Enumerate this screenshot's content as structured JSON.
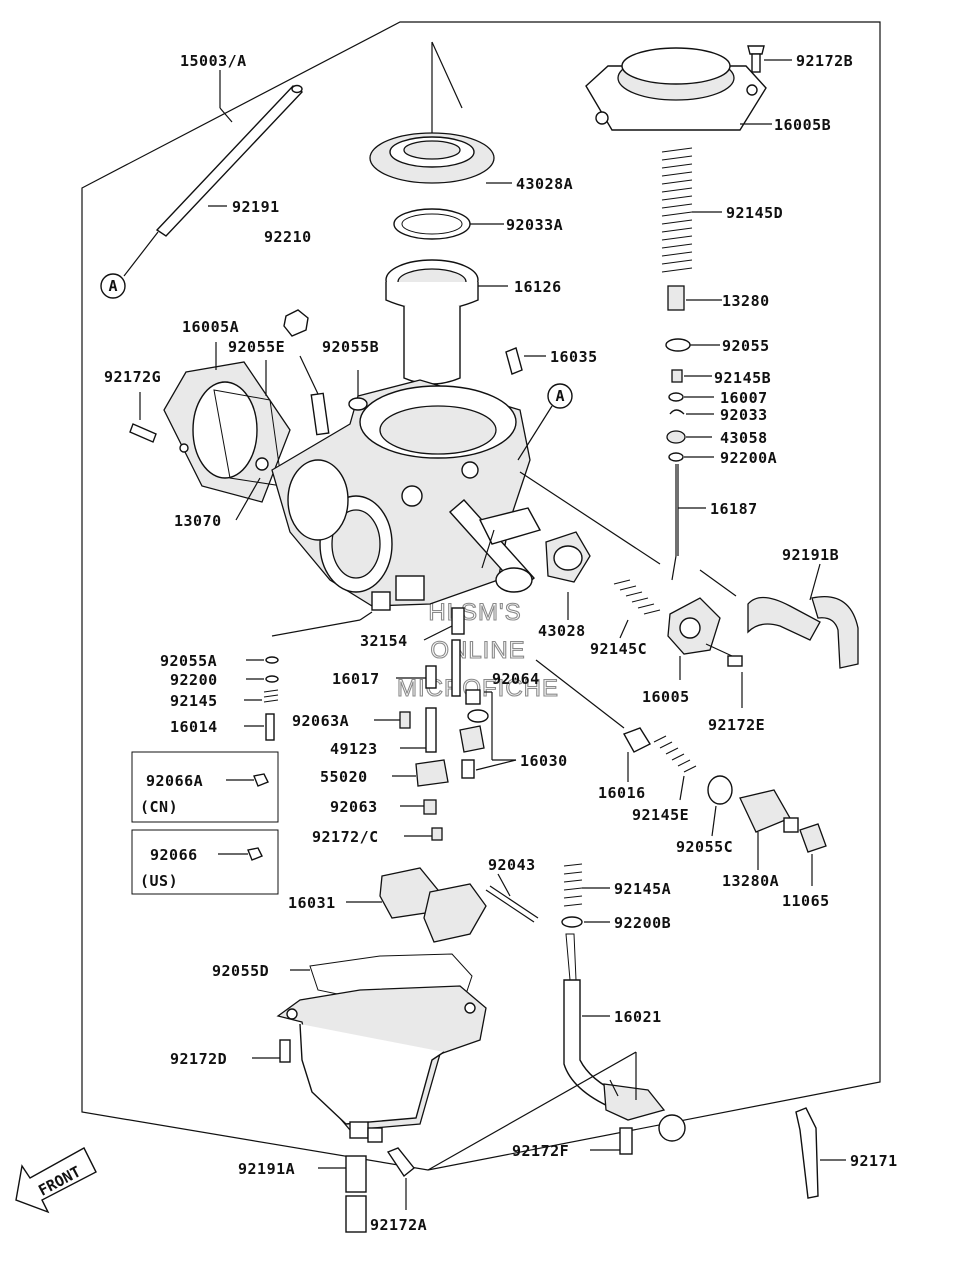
{
  "diagram": {
    "watermark": [
      "HLSM'S",
      "ONLINE",
      "MICROFICHE"
    ],
    "front_label": "FRONT",
    "ref_marker": "A",
    "labels": {
      "l_15003A": "15003/A",
      "l_92191": "92191",
      "l_92210": "92210",
      "l_16005A": "16005A",
      "l_92055E": "92055E",
      "l_92055B": "92055B",
      "l_92172G": "92172G",
      "l_13070": "13070",
      "l_43028A": "43028A",
      "l_92033A": "92033A",
      "l_16126": "16126",
      "l_16035": "16035",
      "l_43028": "43028",
      "l_32154": "32154",
      "l_92172B": "92172B",
      "l_16005B": "16005B",
      "l_92145D": "92145D",
      "l_13280": "13280",
      "l_92055": "92055",
      "l_92145B": "92145B",
      "l_16007": "16007",
      "l_92033": "92033",
      "l_43058": "43058",
      "l_92200A": "92200A",
      "l_16187": "16187",
      "l_92191B": "92191B",
      "l_92145C": "92145C",
      "l_16005": "16005",
      "l_92172E": "92172E",
      "l_92055A": "92055A",
      "l_92200": "92200",
      "l_92145": "92145",
      "l_16014": "16014",
      "l_16017": "16017",
      "l_92064": "92064",
      "l_92063A": "92063A",
      "l_49123": "49123",
      "l_55020": "55020",
      "l_16030": "16030",
      "l_92063": "92063",
      "l_92172C": "92172/C",
      "l_92066A": "92066A",
      "l_CN": "(CN)",
      "l_92066": "92066",
      "l_US": "(US)",
      "l_16016": "16016",
      "l_92145E": "92145E",
      "l_92055C": "92055C",
      "l_13280A": "13280A",
      "l_11065": "11065",
      "l_16031": "16031",
      "l_92043": "92043",
      "l_92145A": "92145A",
      "l_92200B": "92200B",
      "l_92055D": "92055D",
      "l_16021": "16021",
      "l_92172D": "92172D",
      "l_92172F": "92172F",
      "l_92171": "92171",
      "l_92191A": "92191A",
      "l_92172A": "92172A"
    }
  }
}
